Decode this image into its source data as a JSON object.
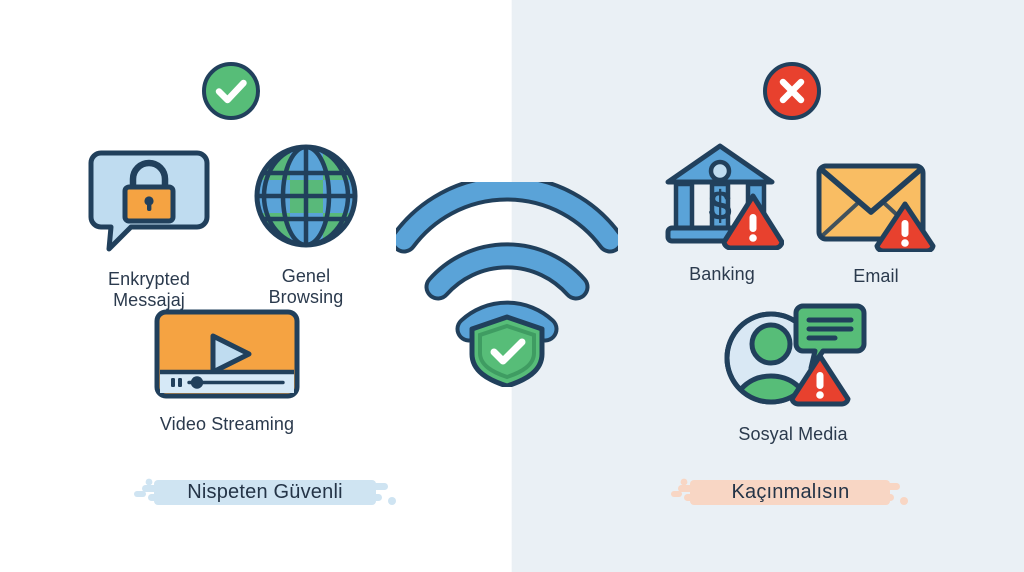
{
  "meta": {
    "kind": "comparison-infographic",
    "left_side": "safe",
    "right_side": "avoid"
  },
  "colors": {
    "panel_safe_bg": "#ffffff",
    "panel_avoid_bg": "#eaf0f5",
    "outline": "#21405c",
    "green": "#57bd78",
    "green_dark": "#3f9c62",
    "red": "#e8412e",
    "orange": "#f5a342",
    "orange_light": "#f9bd63",
    "blue": "#5aa3d8",
    "blue_light": "#bfdcf0",
    "text": "#2b3a4d",
    "banner_safe_bg": "#cfe4f2",
    "banner_avoid_bg": "#f8d6c4"
  },
  "safe_panel": {
    "status_icon": "check-circle-icon",
    "status_meaning": "safe",
    "banner_label": "Nispeten Güvenli",
    "items": [
      {
        "id": "encrypted-messaging",
        "label": "Enkrypted\nMessajaj",
        "icon": "chat-bubble-lock-icon"
      },
      {
        "id": "general-browsing",
        "label": "Genel\nBrowsing",
        "icon": "globe-icon"
      },
      {
        "id": "video-streaming",
        "label": "Video Streaming",
        "icon": "video-player-icon"
      }
    ]
  },
  "avoid_panel": {
    "status_icon": "x-circle-icon",
    "status_meaning": "avoid",
    "banner_label": "Kaçınmalısın",
    "items": [
      {
        "id": "banking",
        "label": "Banking",
        "icon": "bank-warning-icon"
      },
      {
        "id": "email",
        "label": "Email",
        "icon": "envelope-warning-icon"
      },
      {
        "id": "social-media",
        "label": "Sosyal Media",
        "icon": "social-user-warning-icon"
      }
    ]
  },
  "center": {
    "icon": "wifi-shield-icon",
    "wifi_bars": 3,
    "shield_badge": "check-shield-icon"
  }
}
